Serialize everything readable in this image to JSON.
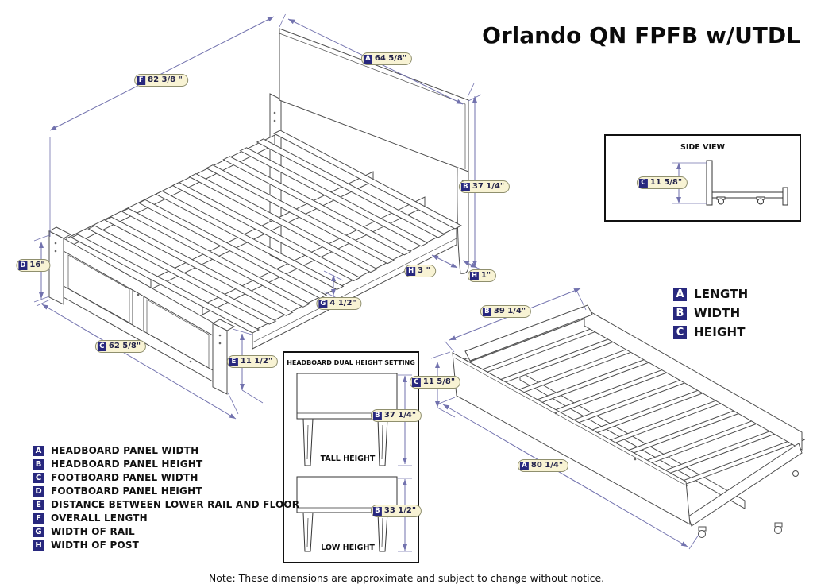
{
  "title": "Orlando QN FPFB w/UTDL",
  "note": "Note:  These dimensions are approximate and subject to change without notice.",
  "colors": {
    "dimension_line": "#7272ae",
    "label_bg": "#f8f3d4",
    "label_border": "#8f8f6e",
    "badge_bg": "#28287e",
    "line_art": "#4d4d4d"
  },
  "main_bed": {
    "dims": {
      "a": {
        "key": "A",
        "value": "64 5/8\""
      },
      "f": {
        "key": "F",
        "value": "82 3/8 \""
      },
      "b": {
        "key": "B",
        "value": "37 1/4\""
      },
      "d": {
        "key": "D",
        "value": "16\""
      },
      "h_front": {
        "key": "H",
        "value": "3 \""
      },
      "h_side": {
        "key": "H",
        "value": "1\""
      },
      "g": {
        "key": "G",
        "value": "4 1/2\""
      },
      "c": {
        "key": "C",
        "value": "62 5/8\""
      },
      "e": {
        "key": "E",
        "value": "11 1/2\""
      }
    }
  },
  "side_view": {
    "title": "SIDE VIEW",
    "dims": {
      "c": {
        "key": "C",
        "value": "11 5/8\""
      }
    }
  },
  "headboard_inset": {
    "title": "HEADBOARD DUAL HEIGHT SETTING",
    "tall": {
      "label": "TALL HEIGHT",
      "dim": {
        "key": "B",
        "value": "37 1/4\""
      }
    },
    "low": {
      "label": "LOW HEIGHT",
      "dim": {
        "key": "B",
        "value": "33 1/2\""
      }
    }
  },
  "trundle": {
    "dims": {
      "b": {
        "key": "B",
        "value": "39 1/4\""
      },
      "c": {
        "key": "C",
        "value": "11 5/8\""
      },
      "a": {
        "key": "A",
        "value": "80 1/4\""
      }
    }
  },
  "legend_abc": {
    "items": [
      {
        "key": "A",
        "label": "LENGTH"
      },
      {
        "key": "B",
        "label": "WIDTH"
      },
      {
        "key": "C",
        "label": "HEIGHT"
      }
    ]
  },
  "legend_dims": {
    "items": [
      {
        "key": "A",
        "label": "HEADBOARD PANEL WIDTH"
      },
      {
        "key": "B",
        "label": "HEADBOARD PANEL HEIGHT"
      },
      {
        "key": "C",
        "label": "FOOTBOARD PANEL WIDTH"
      },
      {
        "key": "D",
        "label": "FOOTBOARD PANEL HEIGHT"
      },
      {
        "key": "E",
        "label": "DISTANCE BETWEEN LOWER RAIL AND FLOOR"
      },
      {
        "key": "F",
        "label": "OVERALL LENGTH"
      },
      {
        "key": "G",
        "label": "WIDTH OF RAIL"
      },
      {
        "key": "H",
        "label": "WIDTH OF POST"
      }
    ]
  }
}
